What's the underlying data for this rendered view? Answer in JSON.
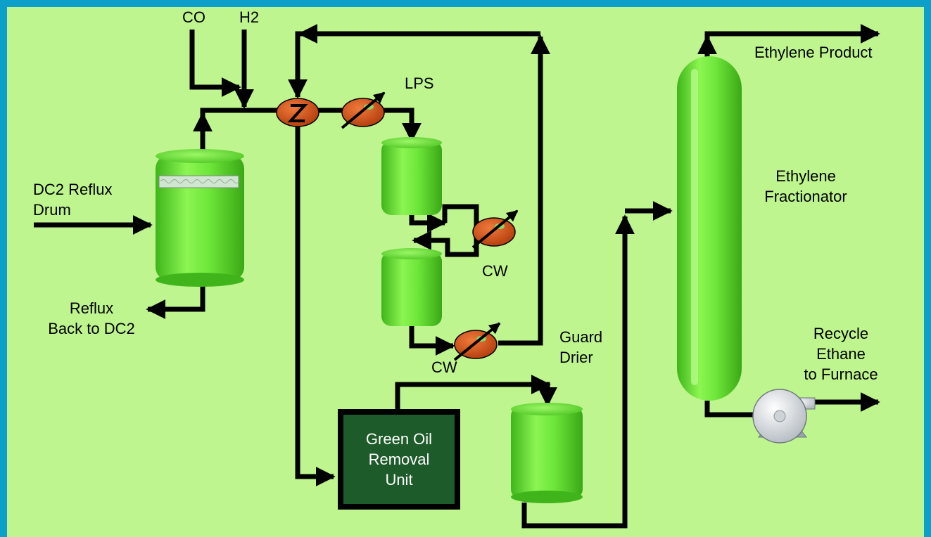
{
  "colors": {
    "border": "#0c9fc9",
    "background": "#bff58f",
    "vessel": "#6ee63a",
    "exchanger": "#d7541a",
    "green_oil_unit": "#1e5b2a",
    "line": "#000000"
  },
  "feeds": {
    "co": "CO",
    "h2": "H2"
  },
  "reflux_drum": {
    "label_line1": "DC2 Reflux",
    "label_line2": "Drum"
  },
  "reflux_return": {
    "label_line1": "Reflux",
    "label_line2": "Back to DC2"
  },
  "utilities": {
    "lps": "LPS",
    "cw_upper": "CW",
    "cw_lower": "CW"
  },
  "guard_drier": {
    "label_line1": "Guard",
    "label_line2": "Drier"
  },
  "green_oil_removal_unit": {
    "line1": "Green Oil",
    "line2": "Removal",
    "line3": "Unit"
  },
  "fractionator": {
    "label_line1": "Ethylene",
    "label_line2": "Fractionator"
  },
  "products": {
    "ethylene_product": "Ethylene Product",
    "recycle_line1": "Recycle",
    "recycle_line2": "Ethane",
    "recycle_line3": "to Furnace"
  }
}
